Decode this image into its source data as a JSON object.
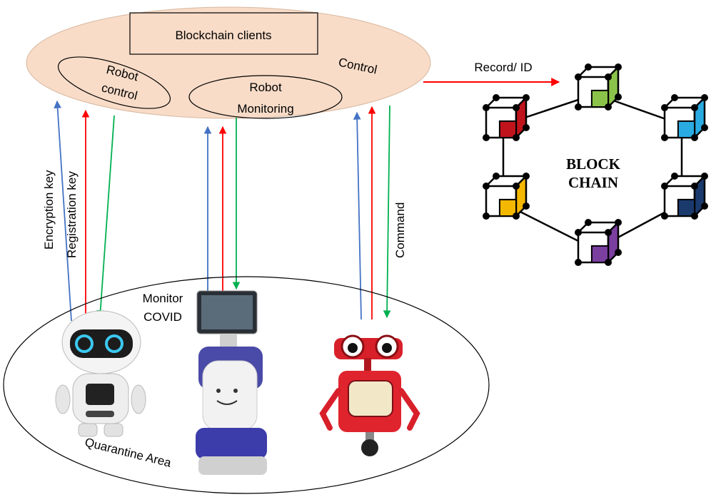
{
  "clients": {
    "title": "Blockchain clients",
    "control": "Control",
    "robot_control_line1": "Robot",
    "robot_control_line2": "control",
    "robot_monitoring_line1": "Robot",
    "robot_monitoring_line2": "Monitoring"
  },
  "arrows": {
    "record_id": "Record/ ID",
    "encryption_key": "Encryption key",
    "registration_key": "Registration key",
    "command": "Command"
  },
  "blockchain": {
    "line1": "BLOCK",
    "line2": "CHAIN",
    "block_colors": [
      "#8BC34A",
      "#29ABE2",
      "#1A3A6E",
      "#7B3FA0",
      "#F5B800",
      "#C0141C"
    ]
  },
  "quarantine": {
    "label": "Quarantine Area",
    "monitor_line1": "Monitor",
    "monitor_line2": "COVID"
  },
  "colors": {
    "cloud_fill": "#F8DCC8",
    "blue_arrow": "#4472C4",
    "red_arrow": "#FF0000",
    "green_arrow": "#00B050"
  }
}
